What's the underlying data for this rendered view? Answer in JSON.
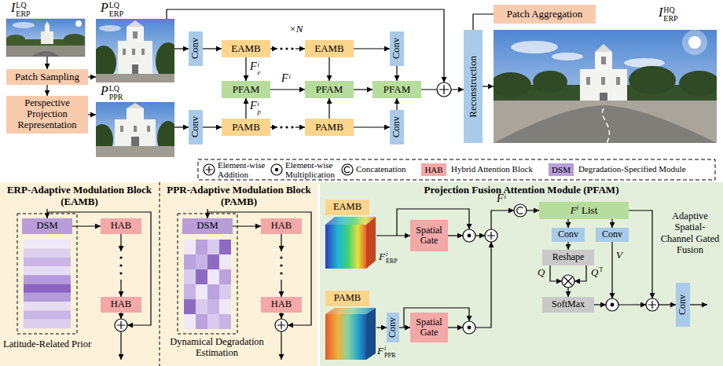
{
  "diagram": {
    "nodes": [
      {
        "text": [
          "Patch Sampling"
        ]
      },
      {
        "text": [
          "Perspective Projection Representation"
        ]
      },
      {
        "text": [
          "Conv"
        ]
      },
      {
        "text": [
          "EAMB"
        ]
      },
      {
        "text": [
          "EAMB"
        ]
      },
      {
        "text": [
          "Conv"
        ]
      },
      {
        "text": [
          "PFAM"
        ]
      },
      {
        "text": [
          "PFAM"
        ]
      },
      {
        "text": [
          "PFAM"
        ]
      },
      {
        "text": [
          "Conv"
        ]
      },
      {
        "text": [
          "PAMB"
        ]
      },
      {
        "text": [
          "PAMB"
        ]
      },
      {
        "text": [
          "Conv"
        ]
      },
      {
        "text": [
          "Reconstruction"
        ]
      },
      {
        "text": [
          "Patch Aggregation"
        ]
      },
      {
        "text": [
          "ERP-Adaptive Modulation Block (EAMB)"
        ]
      },
      {
        "text": [
          "DSM"
        ],
        "in": 15
      },
      {
        "text": [
          "HAB"
        ],
        "in": 15
      },
      {
        "text": [
          "HAB"
        ],
        "in": 15
      },
      {
        "text": [
          "PPR-Adaptive Modulation Block (PAMB)"
        ]
      },
      {
        "text": [
          "DSM"
        ],
        "in": 19
      },
      {
        "text": [
          "HAB"
        ],
        "in": 19
      },
      {
        "text": [
          "HAB"
        ],
        "in": 19
      },
      {
        "text": [
          "Projection Fusion Attention Module (PFAM)"
        ]
      },
      {
        "text": [
          "EAMB"
        ],
        "in": 23
      },
      {
        "text": [
          "Spatial Gate"
        ],
        "in": 23
      },
      {
        "text": [
          "PAMB"
        ],
        "in": 23
      },
      {
        "text": [
          "Conv"
        ],
        "in": 23
      },
      {
        "text": [
          "Spatial Gate"
        ],
        "in": 23
      },
      {
        "text": [
          "F",
          "i",
          "List"
        ],
        "in": 23
      },
      {
        "text": [
          "Conv"
        ],
        "in": 23
      },
      {
        "text": [
          "Conv"
        ],
        "in": 23
      },
      {
        "text": [
          "Reshape"
        ],
        "in": 23
      },
      {
        "text": [
          "SoftMax"
        ],
        "in": 23
      },
      {
        "text": [
          "Conv"
        ],
        "in": 23
      }
    ],
    "edges": [
      {
        "from": 0,
        "to": 1,
        "arrow": "to"
      },
      {
        "from": 2,
        "to": 3,
        "arrow": "to"
      },
      {
        "from": 3,
        "to": 6,
        "arrow": "to"
      },
      {
        "from": 10,
        "to": 6,
        "arrow": "to"
      },
      {
        "from": 6,
        "to": 7,
        "arrow": "to"
      },
      {
        "from": 4,
        "to": 5,
        "arrow": "to"
      },
      {
        "from": 4,
        "to": 7,
        "arrow": "to"
      },
      {
        "from": 11,
        "to": 7,
        "arrow": "to"
      },
      {
        "from": 5,
        "to": 8,
        "arrow": "to"
      },
      {
        "from": 12,
        "to": 8,
        "arrow": "to"
      },
      {
        "from": 7,
        "to": 8,
        "arrow": "to"
      },
      {
        "from": 9,
        "to": 10,
        "arrow": "to"
      },
      {
        "from": 11,
        "to": 12,
        "arrow": "to"
      },
      {
        "from": 8,
        "to": 13,
        "arrow": "to"
      },
      {
        "from": 13,
        "to": 14,
        "arrow": "none"
      },
      {
        "from": 16,
        "to": 17,
        "arrow": "to"
      },
      {
        "from": 20,
        "to": 21,
        "arrow": "to"
      },
      {
        "from": 27,
        "to": 28,
        "arrow": "to"
      },
      {
        "from": 29,
        "to": 30,
        "arrow": "to"
      },
      {
        "from": 29,
        "to": 31,
        "arrow": "to"
      },
      {
        "from": 30,
        "to": 32,
        "arrow": "to"
      }
    ],
    "labels": [
      "I",
      "LQ",
      "ERP",
      "P",
      "LQ",
      "ERP",
      "P",
      "LQ",
      "PPR",
      "×N",
      "F",
      "i",
      "e",
      "F",
      "i",
      "F",
      "i",
      "p",
      "I",
      "HQ",
      "ERP",
      "HAB",
      "DSM",
      "Latitude-Related Prior",
      "Dynamical Degradation Estimation",
      "F",
      "i",
      "ERP",
      "F",
      "i",
      "PPR",
      "F",
      "i",
      "Q",
      "Q",
      "T",
      "V",
      "Adaptive Spatial-Channel Gated Fusion"
    ],
    "legend": [
      {
        "text": "Element-wise Addition"
      },
      {
        "text": "Element-wise Multiplication"
      },
      {
        "text": "Concatenation"
      },
      {
        "text": "Hybrid Attention Block",
        "color": "#f4a8a8"
      },
      {
        "text": "Degradation-Specified Module",
        "color": "#b89dd9"
      }
    ]
  }
}
